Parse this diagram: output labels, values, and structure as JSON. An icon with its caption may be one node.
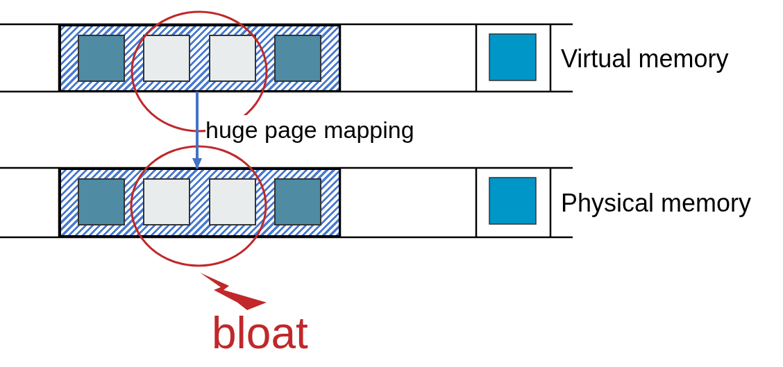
{
  "diagram": {
    "nodes": [
      {
        "text": [],
        "shape": "box"
      },
      {
        "text": [],
        "shape": "box"
      }
    ],
    "edges": [
      {
        "from": 0,
        "to": 1,
        "arrow": "to",
        "label": "huge page mapping",
        "color": "#4472c4"
      }
    ],
    "labels": [
      "Virtual memory",
      "Physical memory",
      "bloat"
    ]
  }
}
